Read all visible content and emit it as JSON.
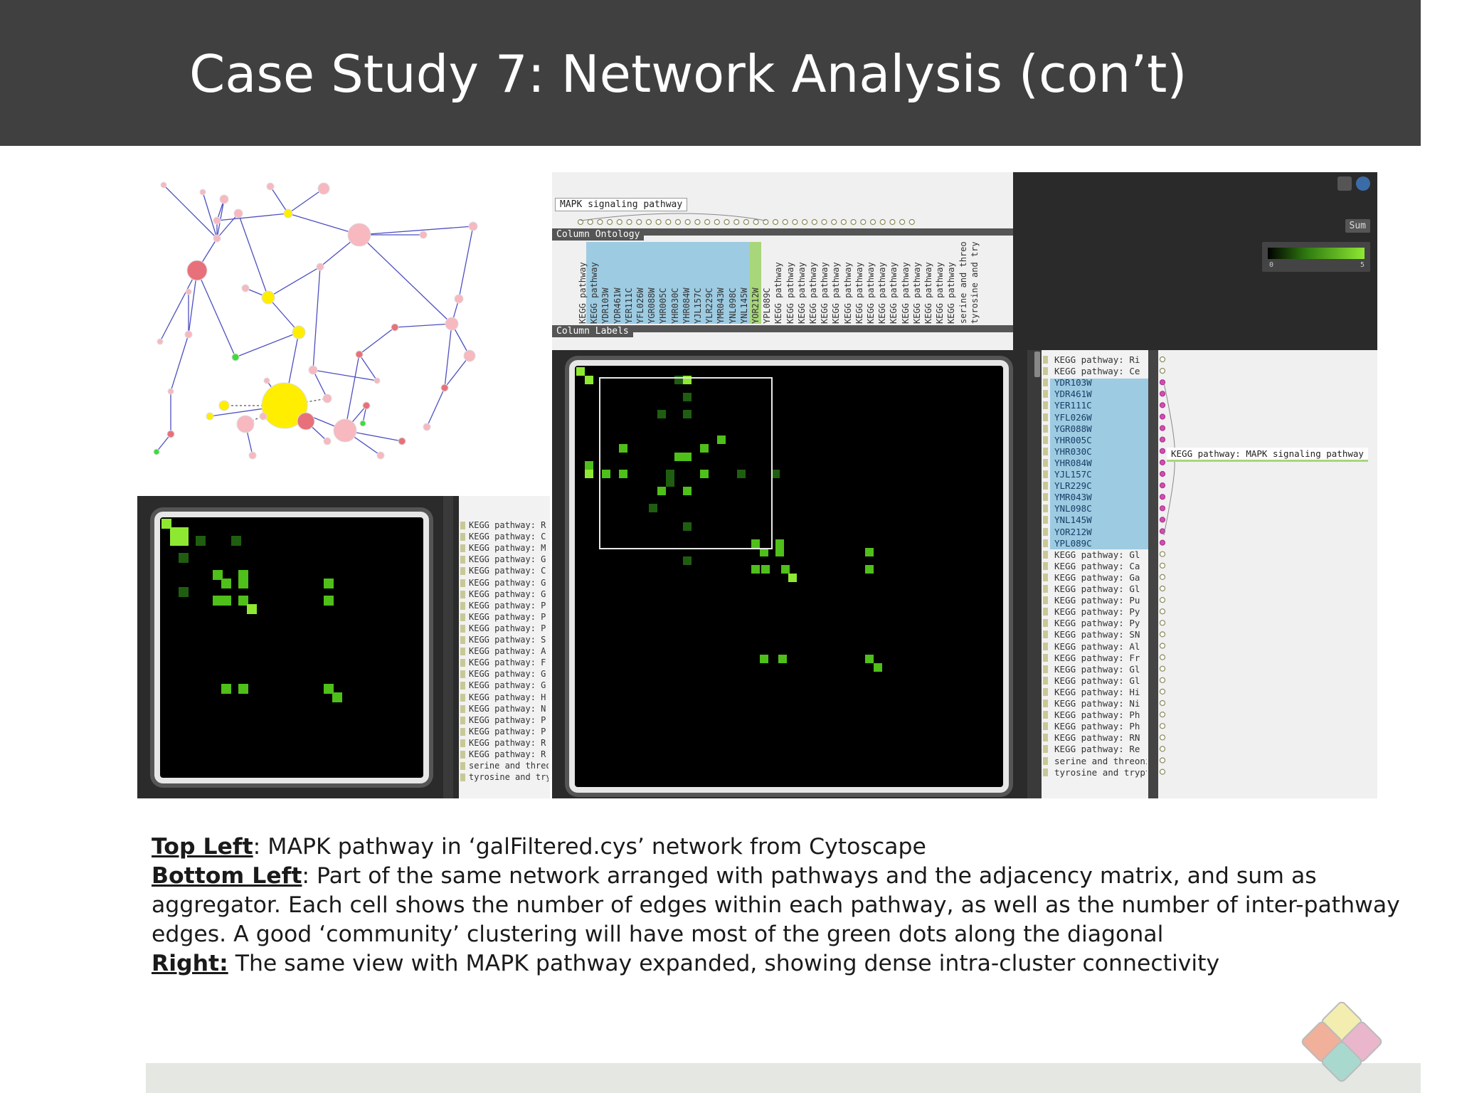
{
  "slide": {
    "title": "Case Study 7: Network Analysis (con’t)"
  },
  "right_panel": {
    "mapk_column_label": "MAPK signaling pathway",
    "column_ontology_label": "Column Ontology",
    "column_labels_label": "Column Labels",
    "sum_label": "Sum",
    "gradient_min": "0",
    "gradient_max": "5",
    "mapk_row_label": "KEGG pathway: MAPK signaling pathway",
    "column_texts": [
      "KEGG pathway",
      "KEGG pathway",
      "YDR103W",
      "YDR461W",
      "YER111C",
      "YFL026W",
      "YGR088W",
      "YHR005C",
      "YHR030C",
      "YHR084W",
      "YJL157C",
      "YLR229C",
      "YMR043W",
      "YNL098C",
      "YNL145W",
      "YOR212W",
      "YPL089C",
      "KEGG pathway",
      "KEGG pathway",
      "KEGG pathway",
      "KEGG pathway",
      "KEGG pathway",
      "KEGG pathway",
      "KEGG pathway",
      "KEGG pathway",
      "KEGG pathway",
      "KEGG pathway",
      "KEGG pathway",
      "KEGG pathway",
      "KEGG pathway",
      "KEGG pathway",
      "KEGG pathway",
      "KEGG pathway",
      "serine and threo",
      "tyrosine and try"
    ],
    "row_labels": [
      "KEGG pathway: Ri",
      "KEGG pathway: Ce",
      "YDR103W",
      "YDR461W",
      "YER111C",
      "YFL026W",
      "YGR088W",
      "YHR005C",
      "YHR030C",
      "YHR084W",
      "YJL157C",
      "YLR229C",
      "YMR043W",
      "YNL098C",
      "YNL145W",
      "YOR212W",
      "YPL089C",
      "KEGG pathway: Gl",
      "KEGG pathway: Ca",
      "KEGG pathway: Ga",
      "KEGG pathway: Gl",
      "KEGG pathway: Pu",
      "KEGG pathway: Py",
      "KEGG pathway: Py",
      "KEGG pathway: SN",
      "KEGG pathway: Al",
      "KEGG pathway: Fr",
      "KEGG pathway: Gl",
      "KEGG pathway: Gl",
      "KEGG pathway: Hi",
      "KEGG pathway: Ni",
      "KEGG pathway: Ph",
      "KEGG pathway: Ph",
      "KEGG pathway: RN",
      "KEGG pathway: Re",
      "serine and threoni",
      "tyrosine and trypto"
    ]
  },
  "small_panel": {
    "row_labels": [
      "KEGG pathway: R",
      "KEGG pathway: C",
      "KEGG pathway: M",
      "KEGG pathway: G",
      "KEGG pathway: C",
      "KEGG pathway: G",
      "KEGG pathway: G",
      "KEGG pathway: P",
      "KEGG pathway: P",
      "KEGG pathway: P",
      "KEGG pathway: S",
      "KEGG pathway: A",
      "KEGG pathway: F",
      "KEGG pathway: G",
      "KEGG pathway: G",
      "KEGG pathway: H",
      "KEGG pathway: N",
      "KEGG pathway: P",
      "KEGG pathway: P",
      "KEGG pathway: R",
      "KEGG pathway: R",
      "serine and threon",
      "tyrosine and trypt"
    ]
  },
  "caption": {
    "top_left_lead": "Top Left",
    "top_left_text": ": MAPK pathway in ‘galFiltered.cys’ network from Cytoscape",
    "bottom_left_lead": "Bottom Left",
    "bottom_left_text": ": Part of the same network arranged with pathways and the adjacency matrix, and sum as aggregator. Each cell shows the number of edges within each pathway, as well as the number of inter-pathway edges. A good ‘community’ clustering will have most of the green dots along the diagonal",
    "right_lead": "Right:",
    "right_text": " The same view with MAPK pathway expanded, showing dense intra-cluster connectivity"
  },
  "colors": {
    "title_bar": "#404040",
    "cell_bright": "#8ee832",
    "cell_mid": "#4fbf1a",
    "cell_dark": "#1f5e10",
    "node_yellow": "#ffee00",
    "node_pink": "#f7b8c0",
    "node_red": "#e8707a",
    "edge_blue": "#4d4fc0"
  }
}
